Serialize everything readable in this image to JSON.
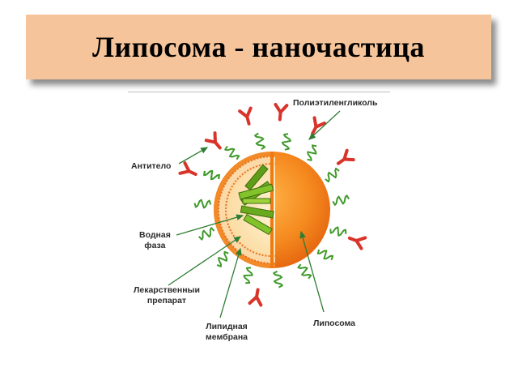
{
  "title": "Липосома - наночастица",
  "diagram": {
    "labels": {
      "peg": "Полиэтиленгликоль",
      "antibody": "Антитело",
      "aqueous_phase_line1": "Водная",
      "aqueous_phase_line2": "фаза",
      "drug_line1": "Лекарственныи",
      "drug_line2": "препарат",
      "membrane_line1": "Липидная",
      "membrane_line2": "мембрана",
      "liposome": "Липосома"
    },
    "colors": {
      "title_background": "#f6c49a",
      "liposome_orange": "#f07a12",
      "membrane_light": "#fde2b8",
      "drug_green": "#6aaa1e",
      "peg_green": "#3f9a2a",
      "antibody_red": "#d8342a",
      "arrow_green": "#2e7d32"
    }
  }
}
